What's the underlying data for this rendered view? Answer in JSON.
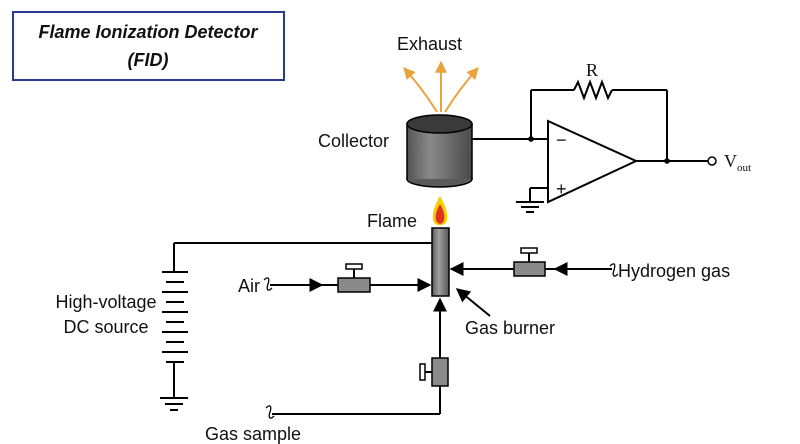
{
  "title": {
    "line1": "Flame Ionization Detector",
    "line2": "(FID)"
  },
  "labels": {
    "exhaust": "Exhaust",
    "collector": "Collector",
    "resistor": "R",
    "vout": "V",
    "vout_sub": "out",
    "flame": "Flame",
    "air": "Air",
    "hydrogen": "Hydrogen gas",
    "hv_line1": "High-voltage",
    "hv_line2": "DC source",
    "burner": "Gas burner",
    "sample": "Gas sample",
    "minus": "−",
    "plus": "+"
  },
  "colors": {
    "title_border": "#2b3a8f",
    "exhaust_arrow": "#e8a33a",
    "flame_outer": "#f5d000",
    "flame_inner": "#e0311b",
    "collector_body": "#707070",
    "collector_top": "#3a3a3a",
    "burner": "#808080"
  }
}
